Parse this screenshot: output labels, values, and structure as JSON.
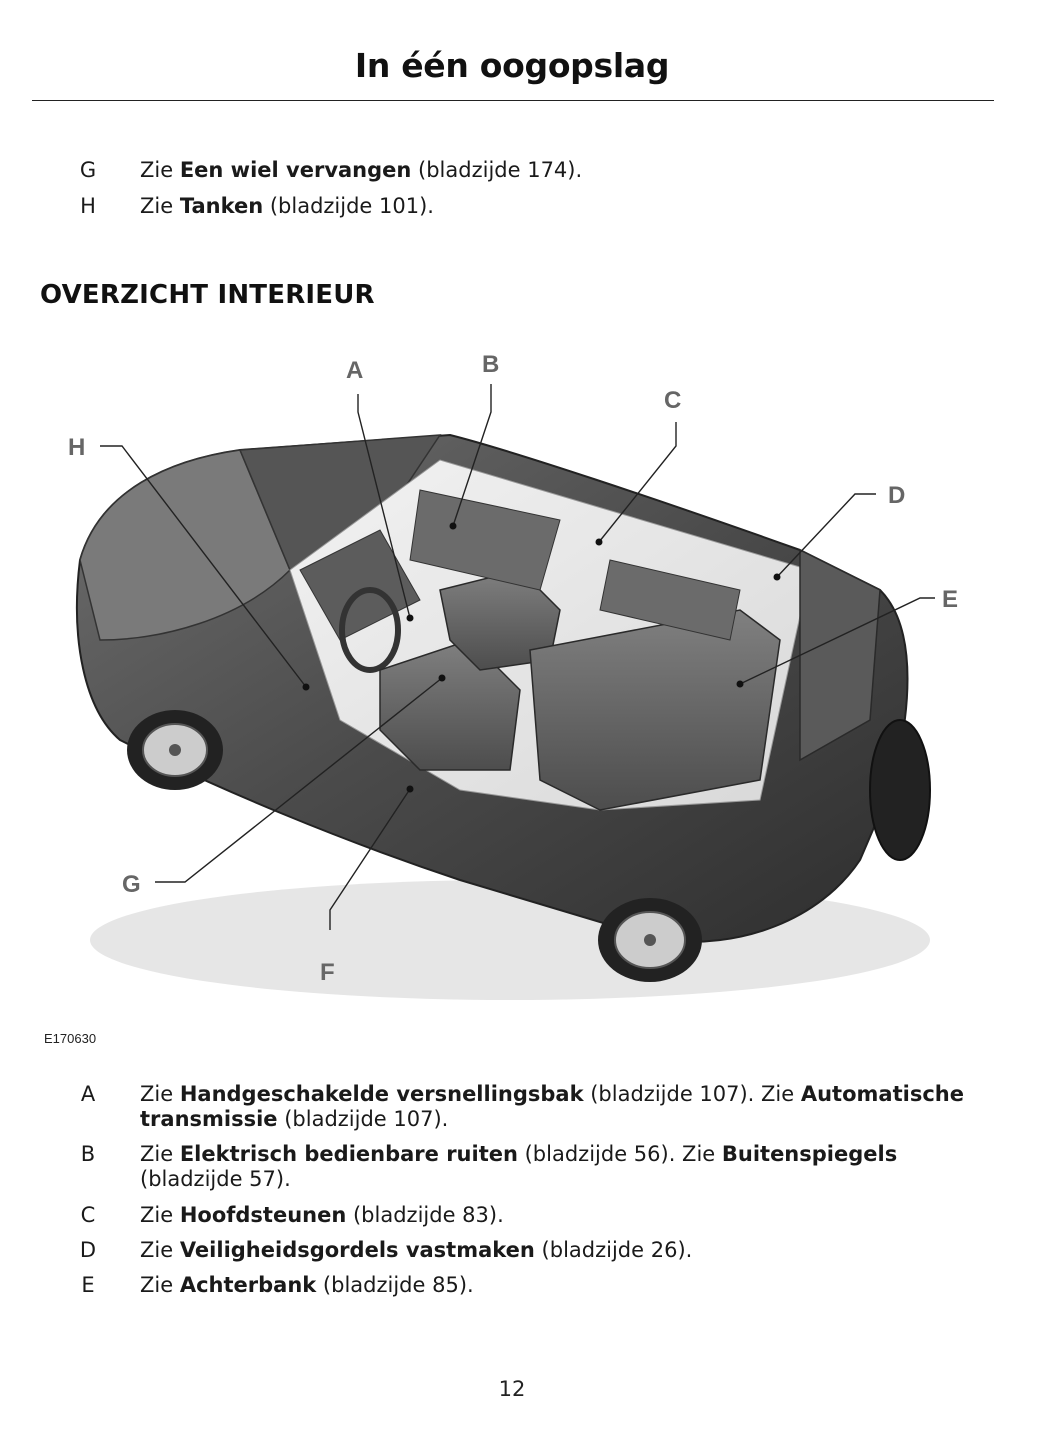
{
  "header": {
    "title": "In één oogopslag"
  },
  "top_refs": [
    {
      "letter": "G",
      "pre": "Zie ",
      "bold": "Een wiel vervangen",
      "post": " (bladzijde 174)."
    },
    {
      "letter": "H",
      "pre": "Zie ",
      "bold": "Tanken",
      "post": " (bladzijde 101)."
    }
  ],
  "section": {
    "heading": "OVERZICHT INTERIEUR"
  },
  "figure": {
    "id": "E170630",
    "callouts": {
      "A": "A",
      "B": "B",
      "C": "C",
      "D": "D",
      "E": "E",
      "F": "F",
      "G": "G",
      "H": "H"
    }
  },
  "bottom_refs": [
    {
      "letter": "A",
      "parts": [
        {
          "t": "Zie "
        },
        {
          "t": "Handgeschakelde versnellingsbak",
          "b": true
        },
        {
          "t": " (bladzijde 107).  Zie "
        },
        {
          "t": "Automatische transmissie",
          "b": true
        },
        {
          "t": " (bladzijde 107)."
        }
      ]
    },
    {
      "letter": "B",
      "parts": [
        {
          "t": "Zie "
        },
        {
          "t": "Elektrisch bedienbare ruiten",
          "b": true
        },
        {
          "t": " (bladzijde 56). Zie "
        },
        {
          "t": "Buitenspiegels",
          "b": true
        },
        {
          "t": " (bladzijde 57)."
        }
      ]
    },
    {
      "letter": "C",
      "parts": [
        {
          "t": "Zie "
        },
        {
          "t": "Hoofdsteunen",
          "b": true
        },
        {
          "t": " (bladzijde 83)."
        }
      ]
    },
    {
      "letter": "D",
      "parts": [
        {
          "t": "Zie "
        },
        {
          "t": "Veiligheidsgordels vastmaken",
          "b": true
        },
        {
          "t": " (bladzijde 26)."
        }
      ]
    },
    {
      "letter": "E",
      "parts": [
        {
          "t": "Zie "
        },
        {
          "t": "Achterbank",
          "b": true
        },
        {
          "t": " (bladzijde 85)."
        }
      ]
    }
  ],
  "footer": {
    "page_number": "12"
  }
}
